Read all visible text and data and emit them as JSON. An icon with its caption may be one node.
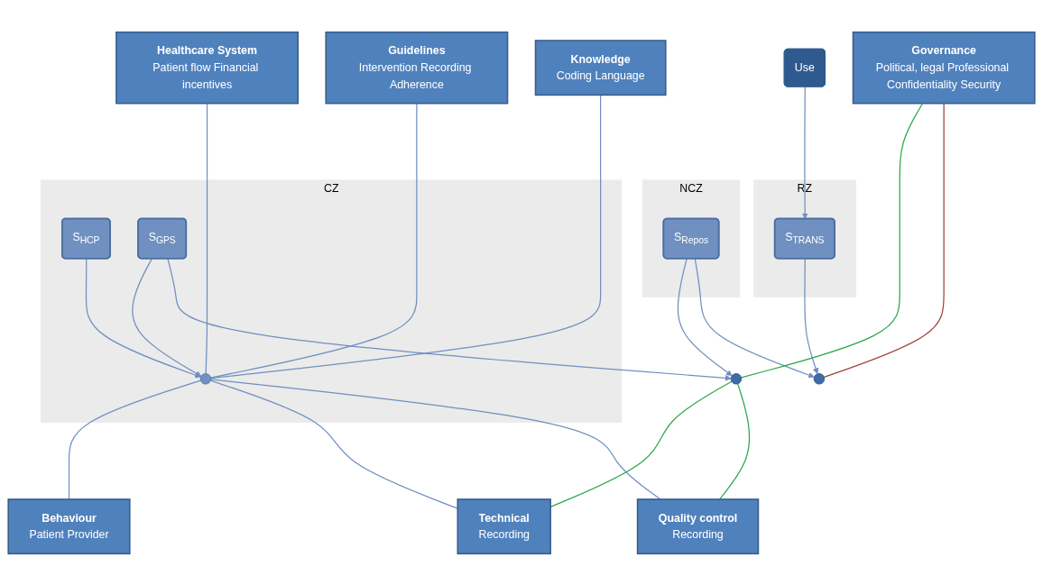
{
  "diagram": {
    "nodes": [
      {
        "text": [
          "Healthcare System",
          "Patient flow Financial incentives"
        ]
      },
      {
        "text": [
          "Guidelines",
          "Intervention Recording Adherence"
        ]
      },
      {
        "text": [
          "Knowledge",
          "Coding Language"
        ]
      },
      {
        "text": [
          "Governance",
          "Political, legal Professional Confidentiality Security"
        ]
      },
      {
        "text": [
          "CZ"
        ]
      },
      {
        "text": [
          "S$_{HCP}$"
        ],
        "in": 4
      },
      {
        "text": [],
        "shape": "circle",
        "in": 4
      },
      {
        "text": [
          "S$_{GPS}$"
        ],
        "in": 4
      },
      {
        "text": [],
        "shape": "circle"
      },
      {
        "text": [
          "NCZ"
        ]
      },
      {
        "text": [
          "S$_{Repos}$"
        ],
        "in": 9
      },
      {
        "text": [],
        "shape": "circle"
      },
      {
        "text": [
          "RZ"
        ]
      },
      {
        "text": [
          "S$_{TRANS}$"
        ],
        "in": 12
      },
      {
        "text": [
          "Use"
        ]
      },
      {
        "text": [
          "Behaviour",
          "Patient Provider"
        ]
      },
      {
        "text": [
          "Technical",
          "Recording"
        ]
      },
      {
        "text": [
          "Quality control",
          "Recording"
        ]
      }
    ],
    "edges": [
      {
        "from": 5,
        "to": 6,
        "arrow": "to"
      },
      {
        "from": 7,
        "to": 6,
        "arrow": "to"
      },
      {
        "from": 7,
        "to": 8,
        "arrow": "to"
      },
      {
        "from": 10,
        "to": 8,
        "arrow": "to"
      },
      {
        "from": 10,
        "to": 11,
        "arrow": "to"
      },
      {
        "from": 13,
        "to": 11,
        "arrow": "to"
      },
      {
        "from": 14,
        "to": 13,
        "arrow": "to"
      },
      {
        "from": 0,
        "to": 6,
        "arrow": "none"
      },
      {
        "from": 1,
        "to": 6,
        "arrow": "none"
      },
      {
        "from": 2,
        "to": 6,
        "arrow": "none"
      },
      {
        "from": 6,
        "to": 15,
        "arrow": "none"
      },
      {
        "from": 6,
        "to": 16,
        "arrow": "none"
      },
      {
        "from": 6,
        "to": 17,
        "arrow": "none"
      },
      {
        "from": 3,
        "to": 8,
        "arrow": "none",
        "color": "#2ca84a"
      },
      {
        "from": 8,
        "to": 16,
        "arrow": "none",
        "color": "#2ca84a"
      },
      {
        "from": 8,
        "to": 17,
        "arrow": "none",
        "color": "#2ca84a"
      },
      {
        "from": 3,
        "to": 11,
        "arrow": "none",
        "color": "#a0413a"
      }
    ]
  }
}
